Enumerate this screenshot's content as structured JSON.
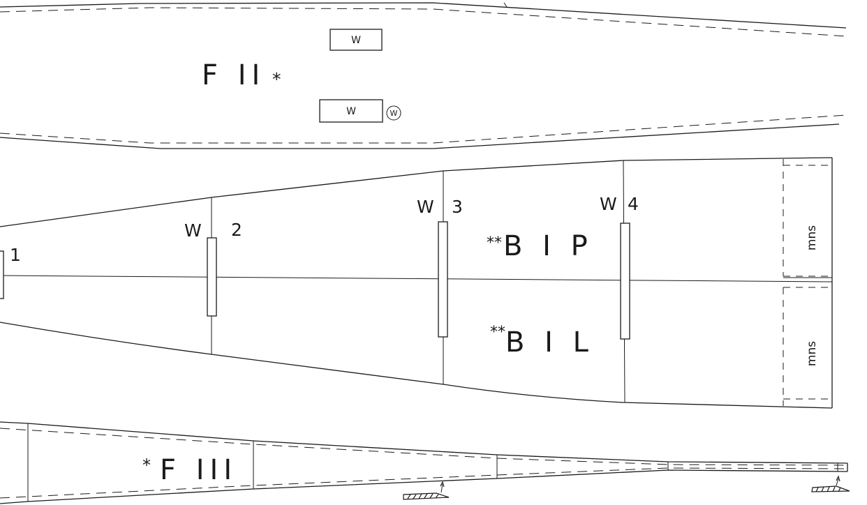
{
  "part_f2": {
    "label": "F II",
    "mark": "*",
    "rect_upper": "W",
    "rect_lower": "W",
    "circle": "W"
  },
  "wing_panel": {
    "rib1": "1",
    "rib2_w": "W",
    "rib2_n": "2",
    "rib3_w": "W",
    "rib3_n": "3",
    "rib4_w": "W",
    "rib4_n": "4",
    "upper_mark": "**",
    "upper_label": "B I P",
    "lower_mark": "**",
    "lower_label": "B I L",
    "tip_upper": "mns",
    "tip_lower": "mns"
  },
  "part_f3": {
    "mark": "*",
    "label": "F III"
  }
}
